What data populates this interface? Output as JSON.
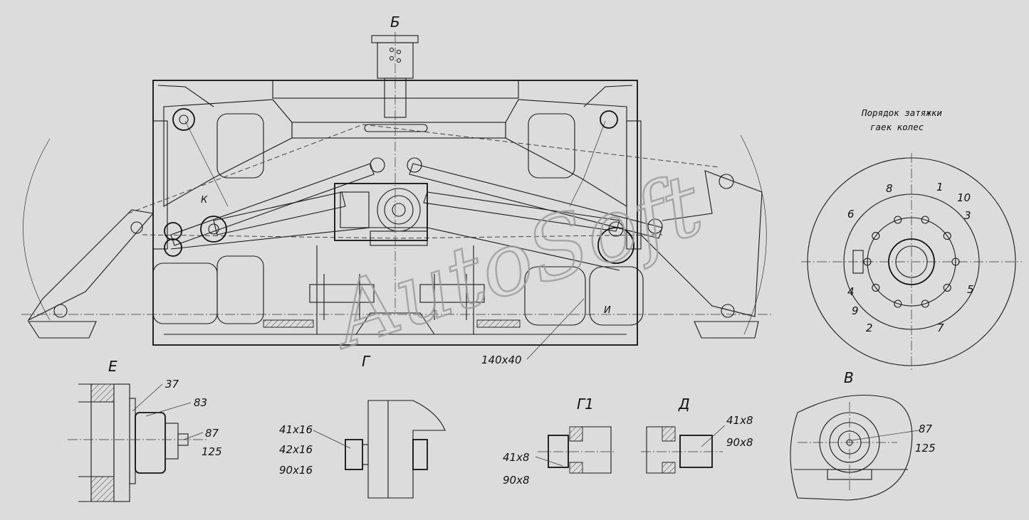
{
  "watermark": "AutoSoft",
  "views": {
    "b": "Б",
    "e": "Е",
    "g": "Г",
    "g1": "Г1",
    "d": "Д",
    "v": "В",
    "i": "И",
    "k": "К"
  },
  "wheel_order": {
    "title_line1": "Порядок затяжки",
    "title_line2": "гаек колес",
    "numbers": [
      "1",
      "2",
      "3",
      "4",
      "5",
      "6",
      "7",
      "8",
      "9",
      "10"
    ]
  },
  "dimensions": {
    "main_140x40": "140x40",
    "e_37": "37",
    "e_83": "83",
    "e_87": "87",
    "e_125": "125",
    "g_41x16": "41x16",
    "g_42x16": "42x16",
    "g_90x16": "90x16",
    "g1_41x8": "41x8",
    "g1_90x8": "90x8",
    "d_41x8": "41x8",
    "d_90x8": "90x8",
    "v_87": "87",
    "v_125": "125"
  }
}
